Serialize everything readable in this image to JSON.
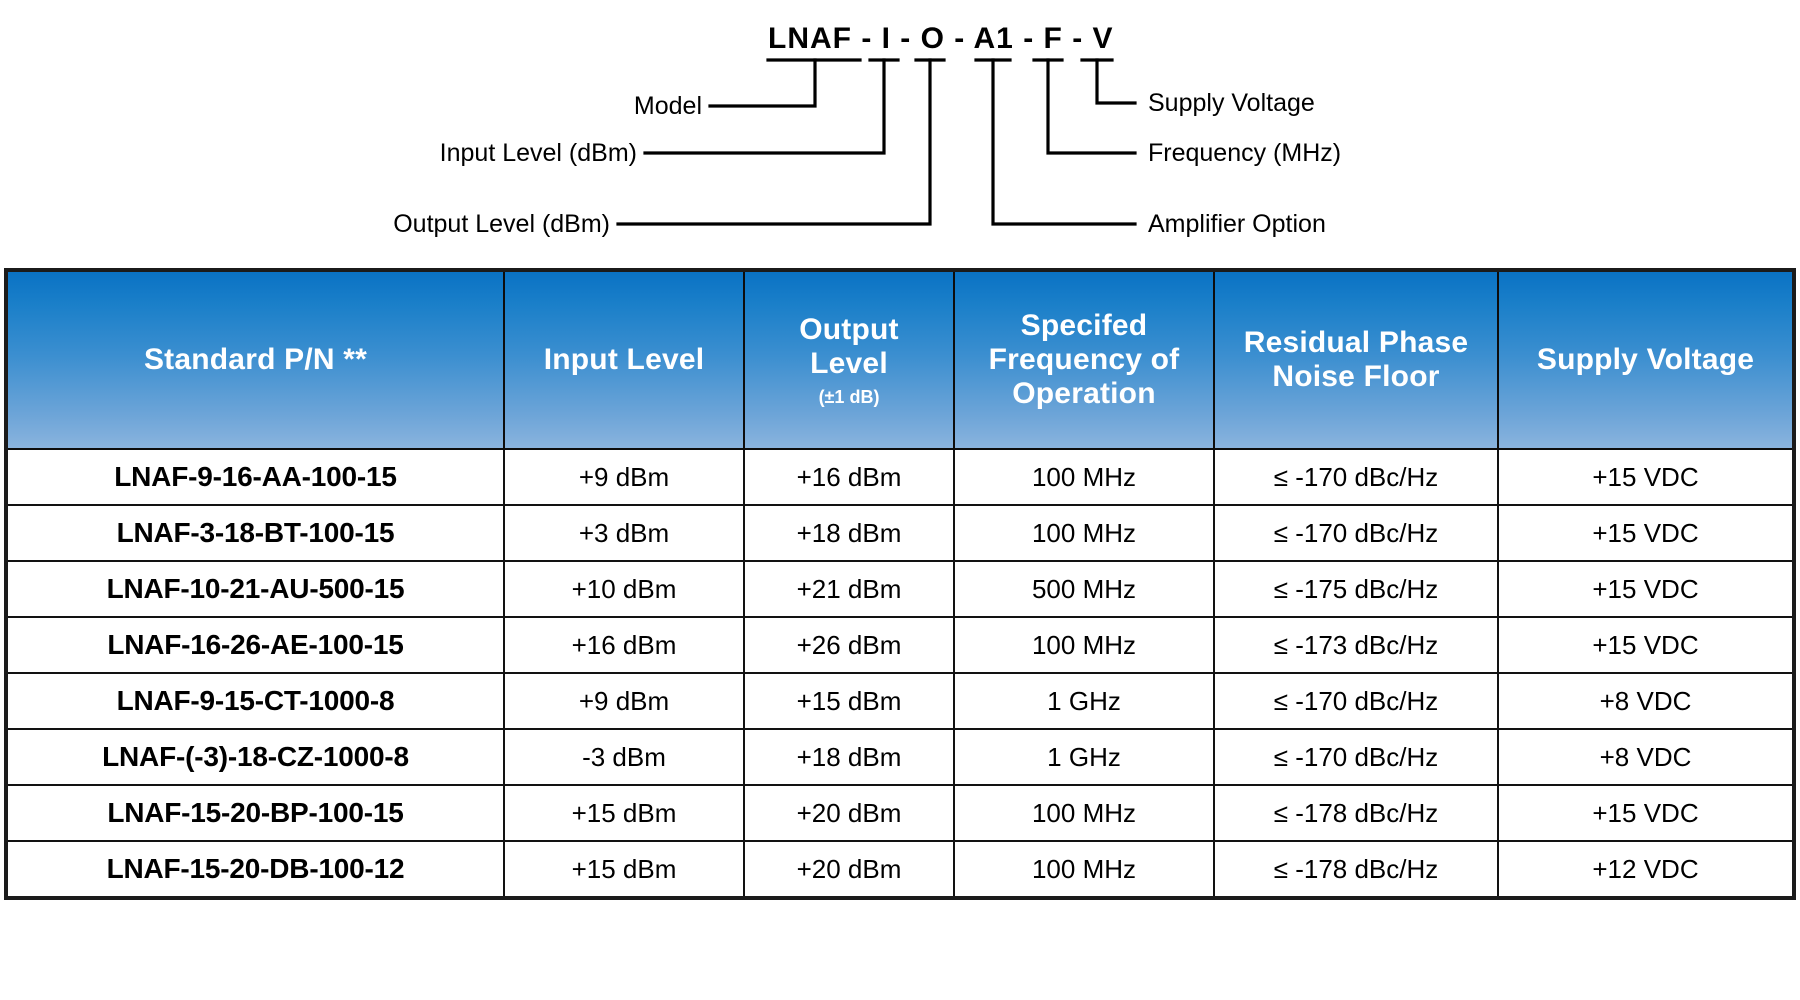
{
  "diagram": {
    "part_number": "LNAF - I - O - A1 - F - V",
    "part_number_segments": [
      "LNAF",
      "-",
      "I",
      "-",
      "O",
      "-",
      "A1",
      "-",
      "F",
      "-",
      "V"
    ],
    "labels_left": [
      {
        "text": "Model"
      },
      {
        "text": "Input Level (dBm)"
      },
      {
        "text": "Output Level (dBm)"
      }
    ],
    "labels_right": [
      {
        "text": "Supply Voltage"
      },
      {
        "text": "Frequency (MHz)"
      },
      {
        "text": "Amplifier Option"
      }
    ]
  },
  "table": {
    "headers": [
      {
        "main": "Standard P/N **",
        "sub": ""
      },
      {
        "main": "Input Level",
        "sub": ""
      },
      {
        "main": "Output\nLevel",
        "sub": "(±1 dB)"
      },
      {
        "main": "Specifed\nFrequency of\nOperation",
        "sub": ""
      },
      {
        "main": "Residual Phase\nNoise Floor",
        "sub": ""
      },
      {
        "main": "Supply Voltage",
        "sub": ""
      }
    ],
    "rows": [
      {
        "pn": "LNAF-9-16-AA-100-15",
        "input_level": "+9 dBm",
        "output_level": "+16 dBm",
        "frequency": "100 MHz",
        "noise_floor": "≤ -170 dBc/Hz",
        "supply_voltage": "+15 VDC"
      },
      {
        "pn": "LNAF-3-18-BT-100-15",
        "input_level": "+3 dBm",
        "output_level": "+18 dBm",
        "frequency": "100 MHz",
        "noise_floor": "≤ -170 dBc/Hz",
        "supply_voltage": "+15 VDC"
      },
      {
        "pn": "LNAF-10-21-AU-500-15",
        "input_level": "+10 dBm",
        "output_level": "+21 dBm",
        "frequency": "500 MHz",
        "noise_floor": "≤ -175 dBc/Hz",
        "supply_voltage": "+15 VDC"
      },
      {
        "pn": "LNAF-16-26-AE-100-15",
        "input_level": "+16 dBm",
        "output_level": "+26 dBm",
        "frequency": "100 MHz",
        "noise_floor": "≤ -173 dBc/Hz",
        "supply_voltage": "+15 VDC"
      },
      {
        "pn": "LNAF-9-15-CT-1000-8",
        "input_level": "+9 dBm",
        "output_level": "+15 dBm",
        "frequency": "1 GHz",
        "noise_floor": "≤ -170 dBc/Hz",
        "supply_voltage": "+8 VDC"
      },
      {
        "pn": "LNAF-(-3)-18-CZ-1000-8",
        "input_level": "-3 dBm",
        "output_level": "+18 dBm",
        "frequency": "1 GHz",
        "noise_floor": "≤ -170 dBc/Hz",
        "supply_voltage": "+8 VDC"
      },
      {
        "pn": "LNAF-15-20-BP-100-15",
        "input_level": "+15 dBm",
        "output_level": "+20 dBm",
        "frequency": "100 MHz",
        "noise_floor": "≤ -178 dBc/Hz",
        "supply_voltage": "+15 VDC"
      },
      {
        "pn": "LNAF-15-20-DB-100-12",
        "input_level": "+15 dBm",
        "output_level": "+20 dBm",
        "frequency": "100 MHz",
        "noise_floor": "≤ -178 dBc/Hz",
        "supply_voltage": "+12 VDC"
      }
    ]
  },
  "colors": {
    "header_blue_top": "#0a72c4",
    "header_blue_bottom": "#8ab4de",
    "border": "#121212",
    "text": "#000000",
    "header_text": "#ffffff"
  }
}
